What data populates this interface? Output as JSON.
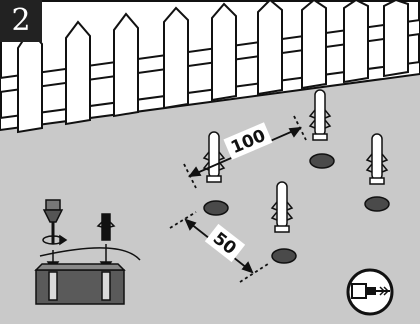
{
  "step": {
    "number": "2"
  },
  "dimensions": {
    "anchor_spacing": "100",
    "fence_offset": "50"
  },
  "colors": {
    "ground": "#c9c9c9",
    "hole": "#4a4a4a",
    "outline": "#111111",
    "fence": "#ffffff"
  },
  "icons": {
    "step_badge": "step-number-badge",
    "tool": "drill-bit-icon",
    "anchor": "wall-plug-icon",
    "inset": "drill-and-anchor-inset"
  }
}
